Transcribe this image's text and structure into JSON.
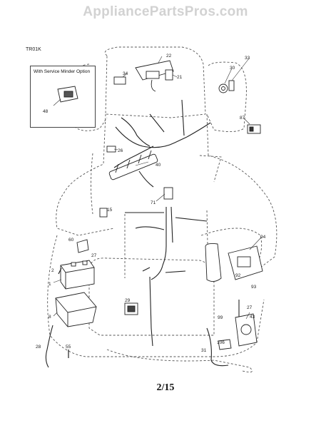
{
  "watermark": "AppliancePartsPros.com",
  "diagram_code": "TR01K",
  "option_box": {
    "label": "With Service Minder Option",
    "part": "48"
  },
  "page_number": "2/15",
  "callouts": [
    "22",
    "34",
    "21",
    "33",
    "30",
    "87",
    "26",
    "40",
    "71",
    "15",
    "60",
    "27",
    "2",
    "1",
    "94",
    "92",
    "93",
    "29",
    "99",
    "27",
    "43",
    "8",
    "28",
    "55",
    "31",
    "106"
  ]
}
